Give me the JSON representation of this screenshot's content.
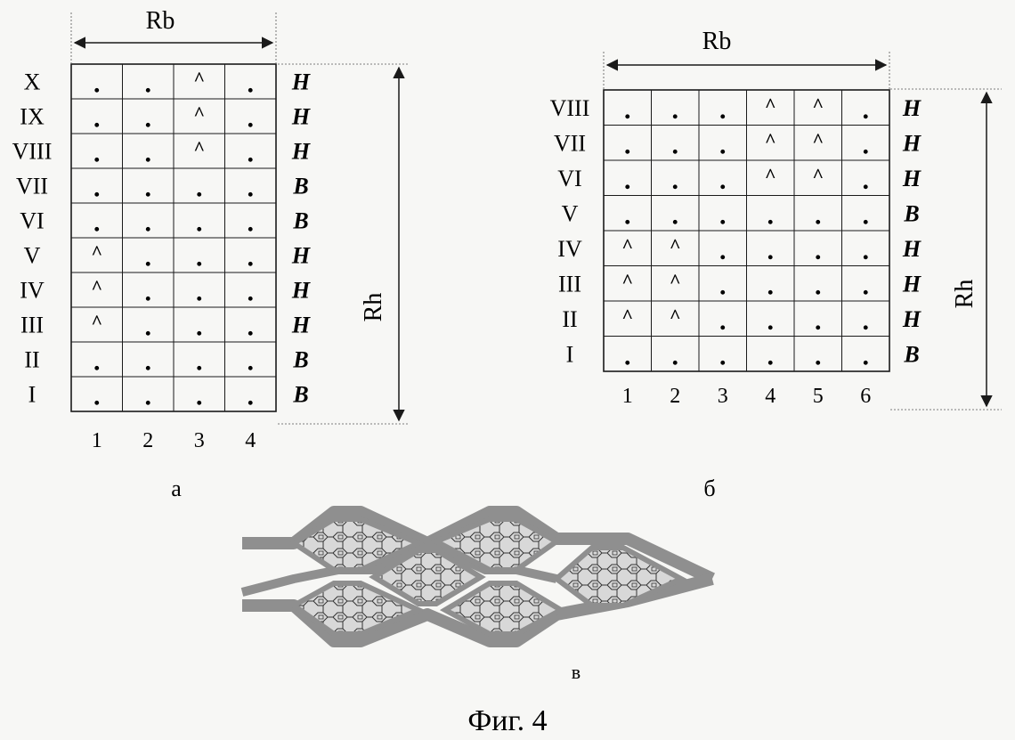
{
  "grid_a": {
    "rb_label": "Rb",
    "rh_label": "Rh",
    "rows": [
      {
        "roman": "X",
        "cells": [
          ".",
          ".",
          "^",
          "."
        ],
        "letter": "H"
      },
      {
        "roman": "IX",
        "cells": [
          ".",
          ".",
          "^",
          "."
        ],
        "letter": "H"
      },
      {
        "roman": "VIII",
        "cells": [
          ".",
          ".",
          "^",
          "."
        ],
        "letter": "H"
      },
      {
        "roman": "VII",
        "cells": [
          ".",
          ".",
          ".",
          "."
        ],
        "letter": "B"
      },
      {
        "roman": "VI",
        "cells": [
          ".",
          ".",
          ".",
          "."
        ],
        "letter": "B"
      },
      {
        "roman": "V",
        "cells": [
          "^",
          ".",
          ".",
          "."
        ],
        "letter": "H"
      },
      {
        "roman": "IV",
        "cells": [
          "^",
          ".",
          ".",
          "."
        ],
        "letter": "H"
      },
      {
        "roman": "III",
        "cells": [
          "^",
          ".",
          ".",
          "."
        ],
        "letter": "H"
      },
      {
        "roman": "II",
        "cells": [
          ".",
          ".",
          ".",
          "."
        ],
        "letter": "B"
      },
      {
        "roman": "I",
        "cells": [
          ".",
          ".",
          ".",
          "."
        ],
        "letter": "B"
      }
    ],
    "columns": [
      "1",
      "2",
      "3",
      "4"
    ],
    "caption": "а"
  },
  "grid_b": {
    "rb_label": "Rb",
    "rh_label": "Rh",
    "rows": [
      {
        "roman": "VIII",
        "cells": [
          ".",
          ".",
          ".",
          "^",
          "^",
          "."
        ],
        "letter": "H"
      },
      {
        "roman": "VII",
        "cells": [
          ".",
          ".",
          ".",
          "^",
          "^",
          "."
        ],
        "letter": "H"
      },
      {
        "roman": "VI",
        "cells": [
          ".",
          ".",
          ".",
          "^",
          "^",
          "."
        ],
        "letter": "H"
      },
      {
        "roman": "V",
        "cells": [
          ".",
          ".",
          ".",
          ".",
          ".",
          "."
        ],
        "letter": "B"
      },
      {
        "roman": "IV",
        "cells": [
          "^",
          "^",
          ".",
          ".",
          ".",
          "."
        ],
        "letter": "H"
      },
      {
        "roman": "III",
        "cells": [
          "^",
          "^",
          ".",
          ".",
          ".",
          "."
        ],
        "letter": "H"
      },
      {
        "roman": "II",
        "cells": [
          "^",
          "^",
          ".",
          ".",
          ".",
          "."
        ],
        "letter": "H"
      },
      {
        "roman": "I",
        "cells": [
          ".",
          ".",
          ".",
          ".",
          ".",
          "."
        ],
        "letter": "B"
      }
    ],
    "columns": [
      "1",
      "2",
      "3",
      "4",
      "5",
      "6"
    ],
    "caption": "б"
  },
  "fabric": {
    "caption": "в",
    "band_color": "#8f8f8f",
    "cell_fill": "#d6d6d6"
  },
  "figure_title": "Фиг. 4"
}
